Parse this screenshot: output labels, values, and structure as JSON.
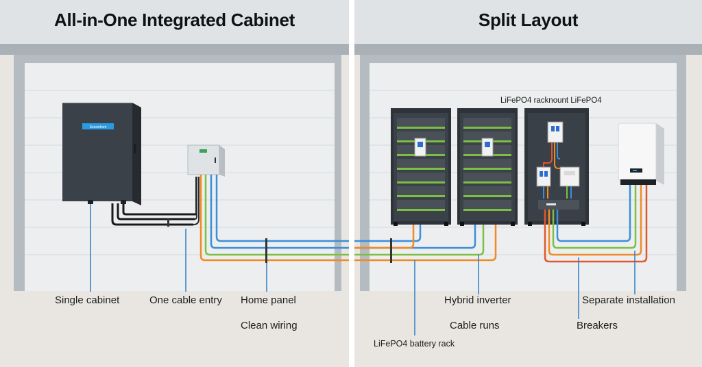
{
  "left": {
    "title": "All-in-One Integrated Cabinet",
    "screen_label": "Sessiohom",
    "labels": {
      "single_cabinet": "Single cabinet",
      "one_cable_entry": "One cable entry",
      "home_panel": "Home panel",
      "clean_wiring": "Clean wiring"
    }
  },
  "right": {
    "title": "Split Layout",
    "rack_label": "LiFePO4 racknount LiFePO4",
    "labels": {
      "hybrid_inverter": "Hybrid inverter",
      "separate_installation": "Separate installation",
      "cable_runs": "Cable runs",
      "breakers": "Breakers",
      "battery_rack": "LiFePO4 battery rack"
    }
  },
  "colors": {
    "cable_blue": "#3a8fd9",
    "cable_green": "#7cc043",
    "cable_orange": "#f08a24",
    "cable_red": "#e2562b",
    "cabinet": "#3b4149",
    "screen_blue": "#2a9be0"
  }
}
